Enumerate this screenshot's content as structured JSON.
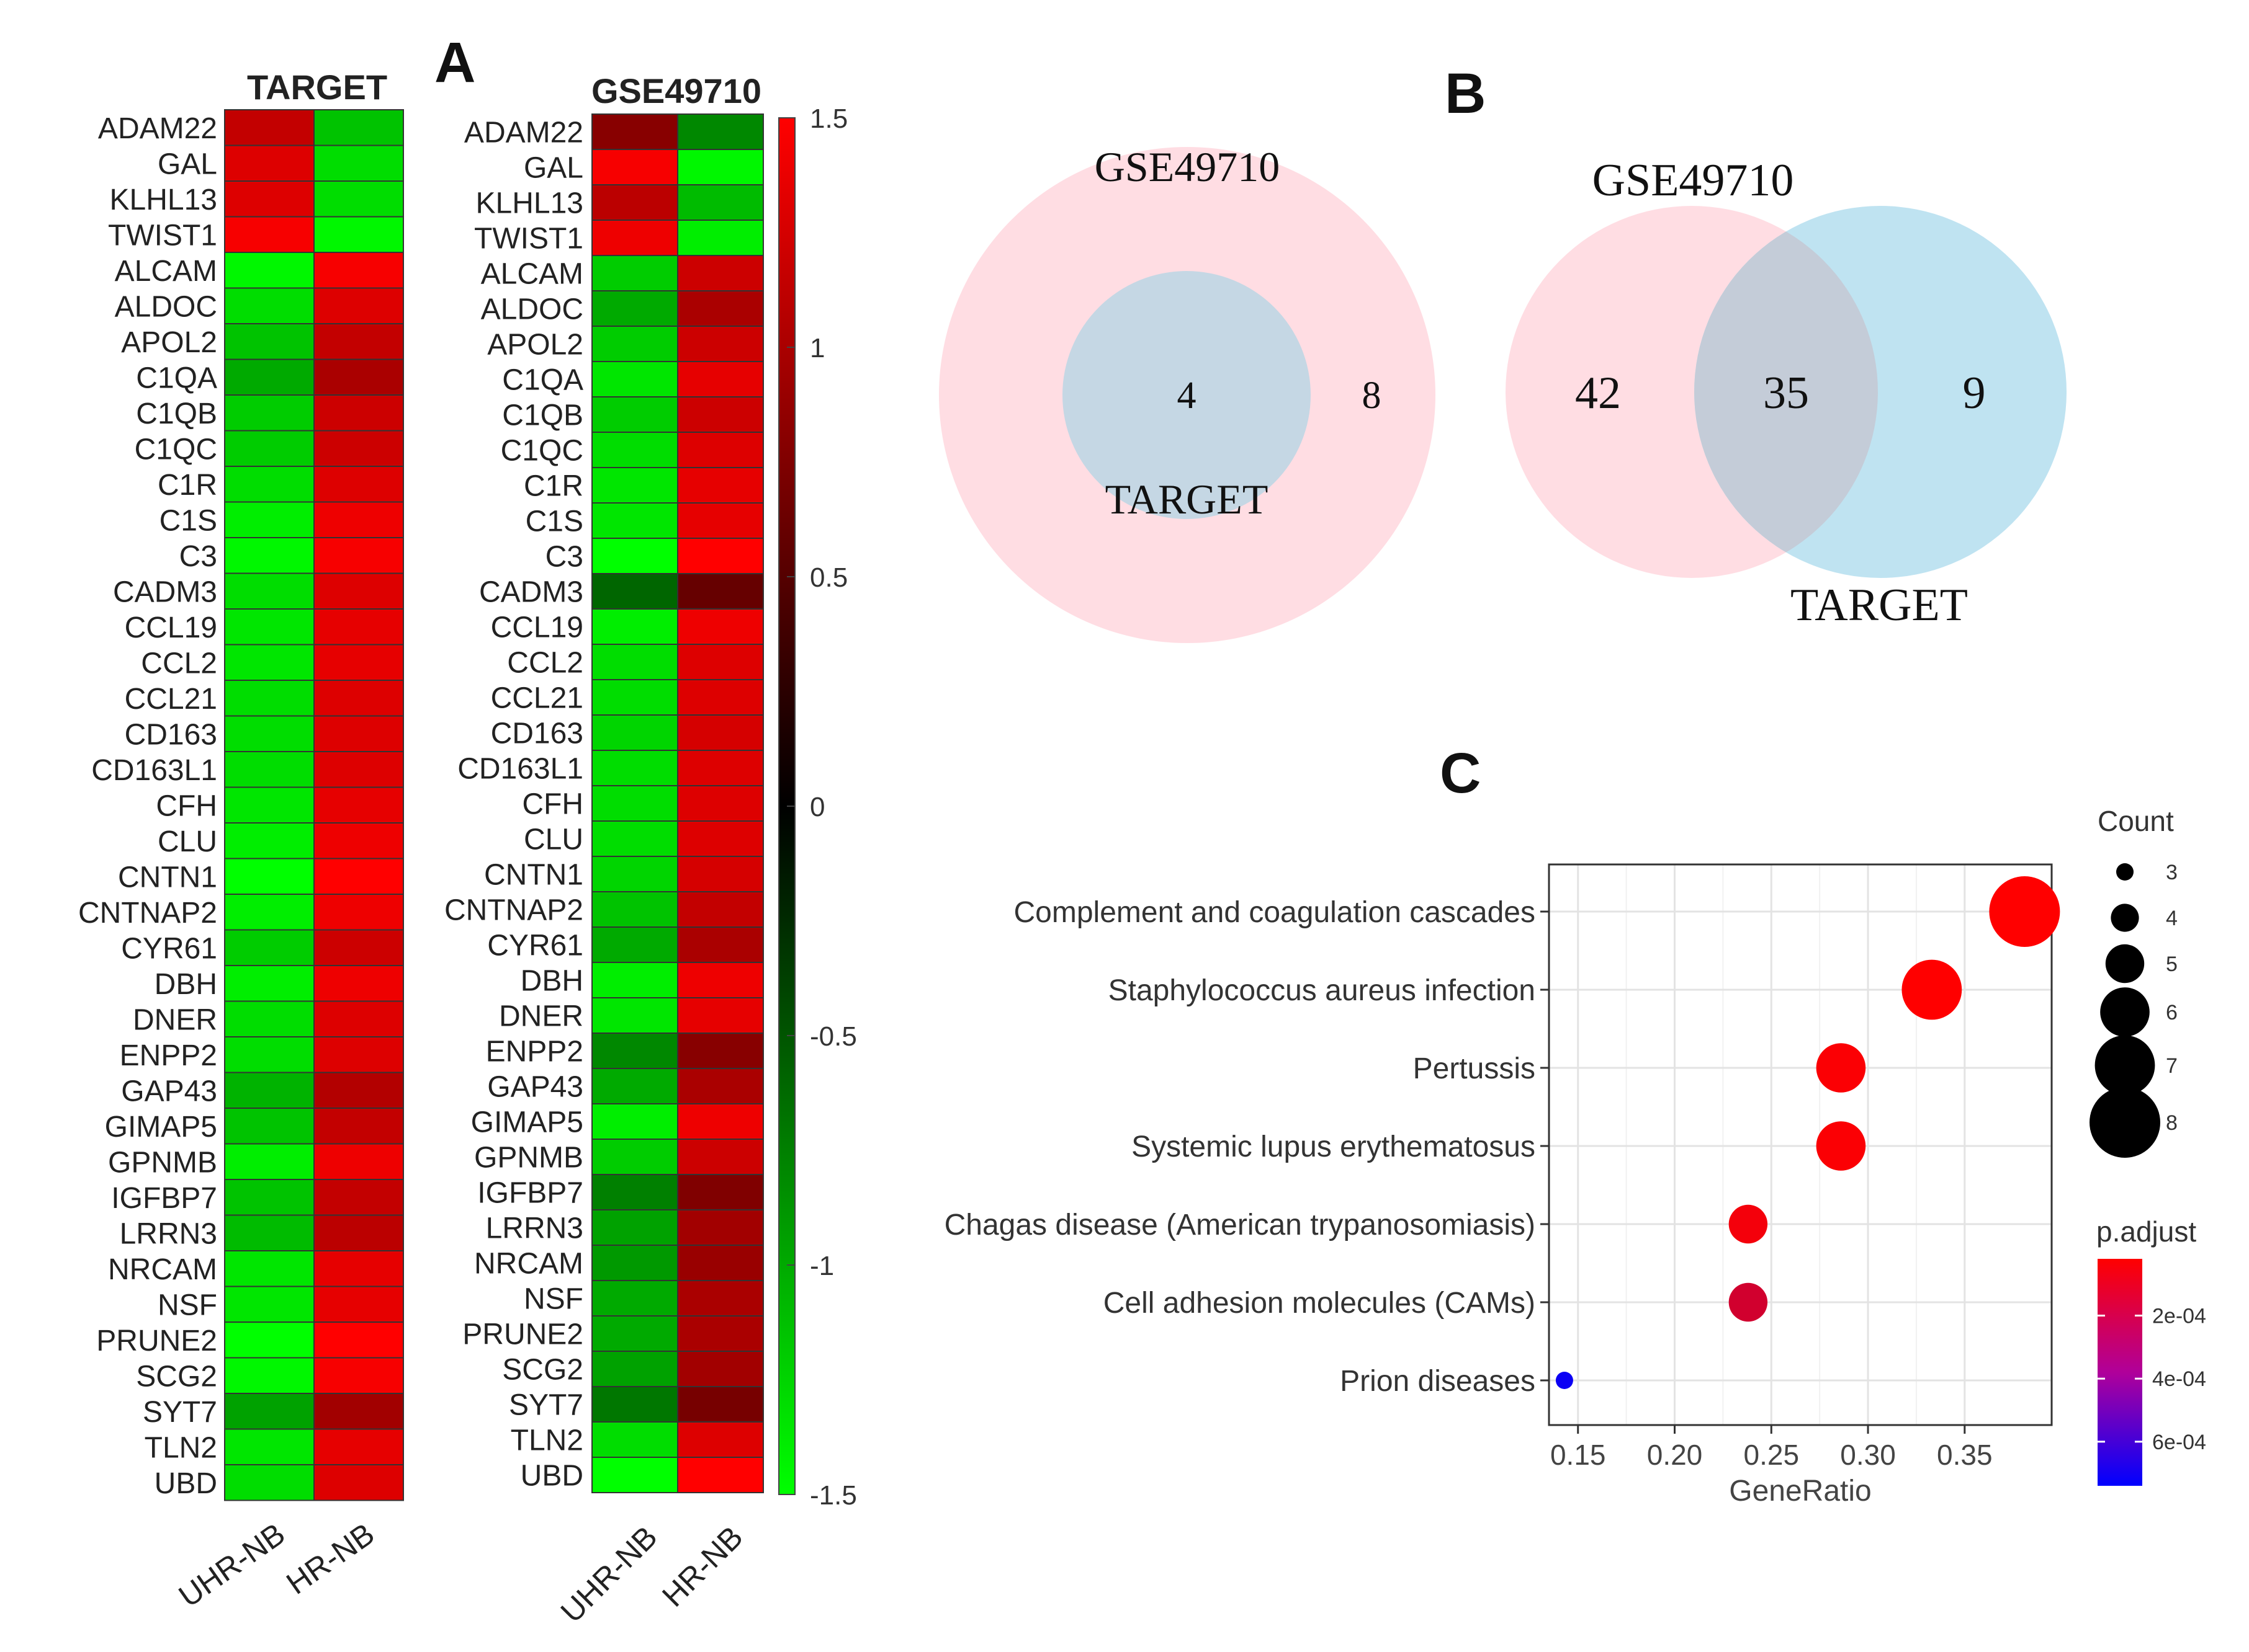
{
  "panels": {
    "A": {
      "label": "A"
    },
    "B": {
      "label": "B"
    },
    "C": {
      "label": "C"
    }
  },
  "chart_data": [
    {
      "type": "heatmap",
      "panel": "A",
      "title": "TARGET",
      "columns": [
        "UHR-NB",
        "HR-NB"
      ],
      "rows": [
        "ADAM22",
        "GAL",
        "KLHL13",
        "TWIST1",
        "ALCAM",
        "ALDOC",
        "APOL2",
        "C1QA",
        "C1QB",
        "C1QC",
        "C1R",
        "C1S",
        "C3",
        "CADM3",
        "CCL19",
        "CCL2",
        "CCL21",
        "CD163",
        "CD163L1",
        "CFH",
        "CLU",
        "CNTN1",
        "CNTNAP2",
        "CYR61",
        "DBH",
        "DNER",
        "ENPP2",
        "GAP43",
        "GIMAP5",
        "GPNMB",
        "IGFBP7",
        "LRRN3",
        "NRCAM",
        "NSF",
        "PRUNE2",
        "SCG2",
        "SYT7",
        "TLN2",
        "UBD"
      ],
      "values": [
        [
          1.15,
          -1.15
        ],
        [
          1.3,
          -1.3
        ],
        [
          1.3,
          -1.3
        ],
        [
          1.45,
          -1.45
        ],
        [
          -1.45,
          1.45
        ],
        [
          -1.3,
          1.3
        ],
        [
          -1.15,
          1.15
        ],
        [
          -1.0,
          1.0
        ],
        [
          -1.2,
          1.2
        ],
        [
          -1.2,
          1.2
        ],
        [
          -1.3,
          1.3
        ],
        [
          -1.4,
          1.4
        ],
        [
          -1.45,
          1.45
        ],
        [
          -1.3,
          1.3
        ],
        [
          -1.35,
          1.35
        ],
        [
          -1.35,
          1.35
        ],
        [
          -1.3,
          1.3
        ],
        [
          -1.3,
          1.3
        ],
        [
          -1.3,
          1.3
        ],
        [
          -1.35,
          1.35
        ],
        [
          -1.4,
          1.4
        ],
        [
          -1.5,
          1.5
        ],
        [
          -1.4,
          1.4
        ],
        [
          -1.2,
          1.2
        ],
        [
          -1.4,
          1.4
        ],
        [
          -1.3,
          1.3
        ],
        [
          -1.3,
          1.3
        ],
        [
          -1.05,
          1.05
        ],
        [
          -1.15,
          1.15
        ],
        [
          -1.4,
          1.4
        ],
        [
          -1.15,
          1.15
        ],
        [
          -1.1,
          1.1
        ],
        [
          -1.35,
          1.35
        ],
        [
          -1.35,
          1.35
        ],
        [
          -1.5,
          1.5
        ],
        [
          -1.45,
          1.45
        ],
        [
          -0.95,
          0.95
        ],
        [
          -1.35,
          1.35
        ],
        [
          -1.3,
          1.3
        ]
      ]
    },
    {
      "type": "heatmap",
      "panel": "A",
      "title": "GSE49710",
      "columns": [
        "UHR-NB",
        "HR-NB"
      ],
      "rows": [
        "ADAM22",
        "GAL",
        "KLHL13",
        "TWIST1",
        "ALCAM",
        "ALDOC",
        "APOL2",
        "C1QA",
        "C1QB",
        "C1QC",
        "C1R",
        "C1S",
        "C3",
        "CADM3",
        "CCL19",
        "CCL2",
        "CCL21",
        "CD163",
        "CD163L1",
        "CFH",
        "CLU",
        "CNTN1",
        "CNTNAP2",
        "CYR61",
        "DBH",
        "DNER",
        "ENPP2",
        "GAP43",
        "GIMAP5",
        "GPNMB",
        "IGFBP7",
        "LRRN3",
        "NRCAM",
        "NSF",
        "PRUNE2",
        "SCG2",
        "SYT7",
        "TLN2",
        "UBD"
      ],
      "values": [
        [
          0.8,
          -0.8
        ],
        [
          1.45,
          -1.45
        ],
        [
          1.1,
          -1.1
        ],
        [
          1.4,
          -1.4
        ],
        [
          -1.2,
          1.2
        ],
        [
          -1.0,
          1.0
        ],
        [
          -1.2,
          1.2
        ],
        [
          -1.35,
          1.35
        ],
        [
          -1.2,
          1.2
        ],
        [
          -1.3,
          1.3
        ],
        [
          -1.35,
          1.35
        ],
        [
          -1.35,
          1.35
        ],
        [
          -1.5,
          1.5
        ],
        [
          -0.6,
          0.6
        ],
        [
          -1.4,
          1.4
        ],
        [
          -1.3,
          1.3
        ],
        [
          -1.3,
          1.3
        ],
        [
          -1.25,
          1.25
        ],
        [
          -1.3,
          1.3
        ],
        [
          -1.3,
          1.3
        ],
        [
          -1.3,
          1.3
        ],
        [
          -1.25,
          1.25
        ],
        [
          -1.15,
          1.15
        ],
        [
          -1.0,
          1.0
        ],
        [
          -1.4,
          1.4
        ],
        [
          -1.35,
          1.35
        ],
        [
          -0.8,
          0.8
        ],
        [
          -1.0,
          1.0
        ],
        [
          -1.4,
          1.4
        ],
        [
          -1.2,
          1.2
        ],
        [
          -0.75,
          0.75
        ],
        [
          -0.95,
          0.95
        ],
        [
          -0.9,
          0.9
        ],
        [
          -1.0,
          1.0
        ],
        [
          -1.0,
          1.0
        ],
        [
          -0.95,
          0.95
        ],
        [
          -0.7,
          0.7
        ],
        [
          -1.3,
          1.3
        ],
        [
          -1.5,
          1.5
        ]
      ],
      "colorbar": {
        "ticks": [
          "1.5",
          "1",
          "0.5",
          "0",
          "-0.5",
          "-1",
          "-1.5"
        ],
        "range": [
          -1.5,
          1.5
        ],
        "low_color": "#00ff00",
        "mid_color": "#000000",
        "high_color": "#ff0000"
      }
    },
    {
      "type": "venn",
      "panel": "B",
      "layout": "nested",
      "sets": [
        "GSE49710",
        "TARGET"
      ],
      "values": {
        "shared": "4",
        "only_outer": "8"
      },
      "colors": {
        "GSE49710": "#ffdde3",
        "TARGET": "#c5d7e4"
      }
    },
    {
      "type": "venn",
      "panel": "B",
      "layout": "overlap",
      "sets": [
        "GSE49710",
        "TARGET"
      ],
      "values": {
        "left_only": "42",
        "shared": "35",
        "right_only": "9"
      },
      "colors": {
        "GSE49710": "#ffdde3",
        "TARGET": "#bfe3f1",
        "overlap": "#c4ccd8"
      }
    },
    {
      "type": "scatter",
      "panel": "C",
      "xlabel": "GeneRatio",
      "xlim": [
        0.135,
        0.395
      ],
      "xticks": [
        "0.15",
        "0.20",
        "0.25",
        "0.30",
        "0.35"
      ],
      "xtick_values": [
        0.15,
        0.2,
        0.25,
        0.3,
        0.35
      ],
      "grid": true,
      "categories": [
        "Complement and coagulation cascades",
        "Staphylococcus aureus infection",
        "Pertussis",
        "Systemic lupus erythematosus",
        "Chagas disease (American trypanosomiasis)",
        "Cell adhesion molecules (CAMs)",
        "Prion diseases"
      ],
      "gene_ratio": [
        0.381,
        0.333,
        0.286,
        0.286,
        0.238,
        0.238,
        0.143
      ],
      "count": [
        8,
        7,
        6,
        6,
        5,
        5,
        3
      ],
      "p_adjust": [
        2e-05,
        2e-05,
        3e-05,
        3e-05,
        5e-05,
        0.00015,
        0.00071
      ],
      "size_legend": {
        "title": "Count",
        "labels": [
          "3",
          "4",
          "5",
          "6",
          "7",
          "8"
        ],
        "values": [
          3,
          4,
          5,
          6,
          7,
          8
        ]
      },
      "color_legend": {
        "title": "p.adjust",
        "labels": [
          "2e-04",
          "4e-04",
          "6e-04"
        ],
        "values": [
          0.0002,
          0.0004,
          0.0006
        ],
        "range": [
          2e-05,
          0.00074
        ],
        "low_color": "#ff0000",
        "high_color": "#0000ff"
      }
    }
  ]
}
